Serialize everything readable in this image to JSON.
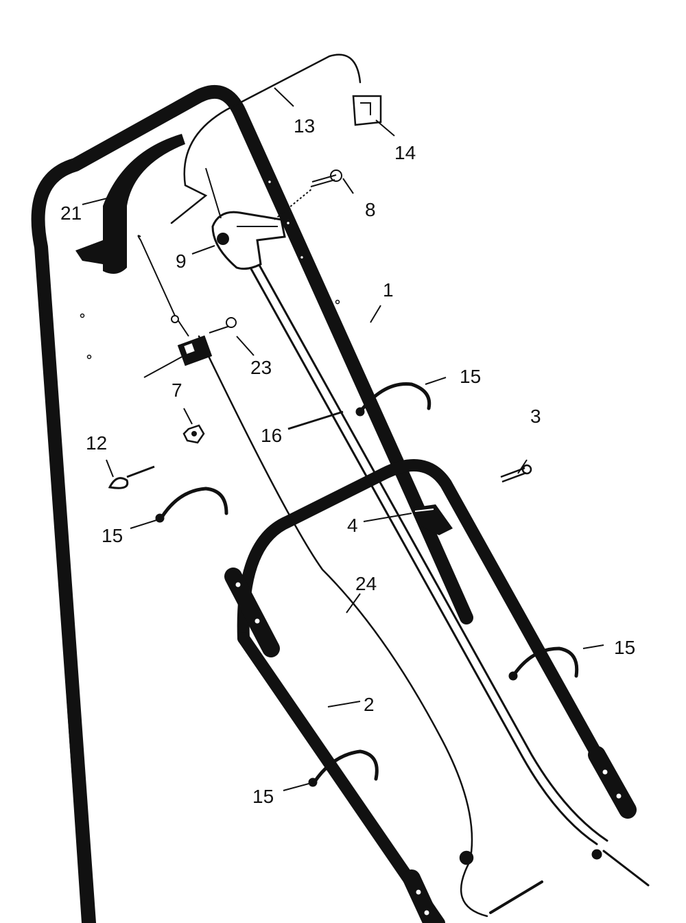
{
  "diagram": {
    "callouts": {
      "c1": "1",
      "c2": "2",
      "c3": "3",
      "c4": "4",
      "c7": "7",
      "c8": "8",
      "c9": "9",
      "c12": "12",
      "c13": "13",
      "c14": "14",
      "c15a": "15",
      "c15b": "15",
      "c15c": "15",
      "c15d": "15",
      "c16": "16",
      "c21": "21",
      "c23": "23",
      "c24": "24"
    },
    "colors": {
      "ink": "#111111",
      "background": "#ffffff"
    }
  }
}
